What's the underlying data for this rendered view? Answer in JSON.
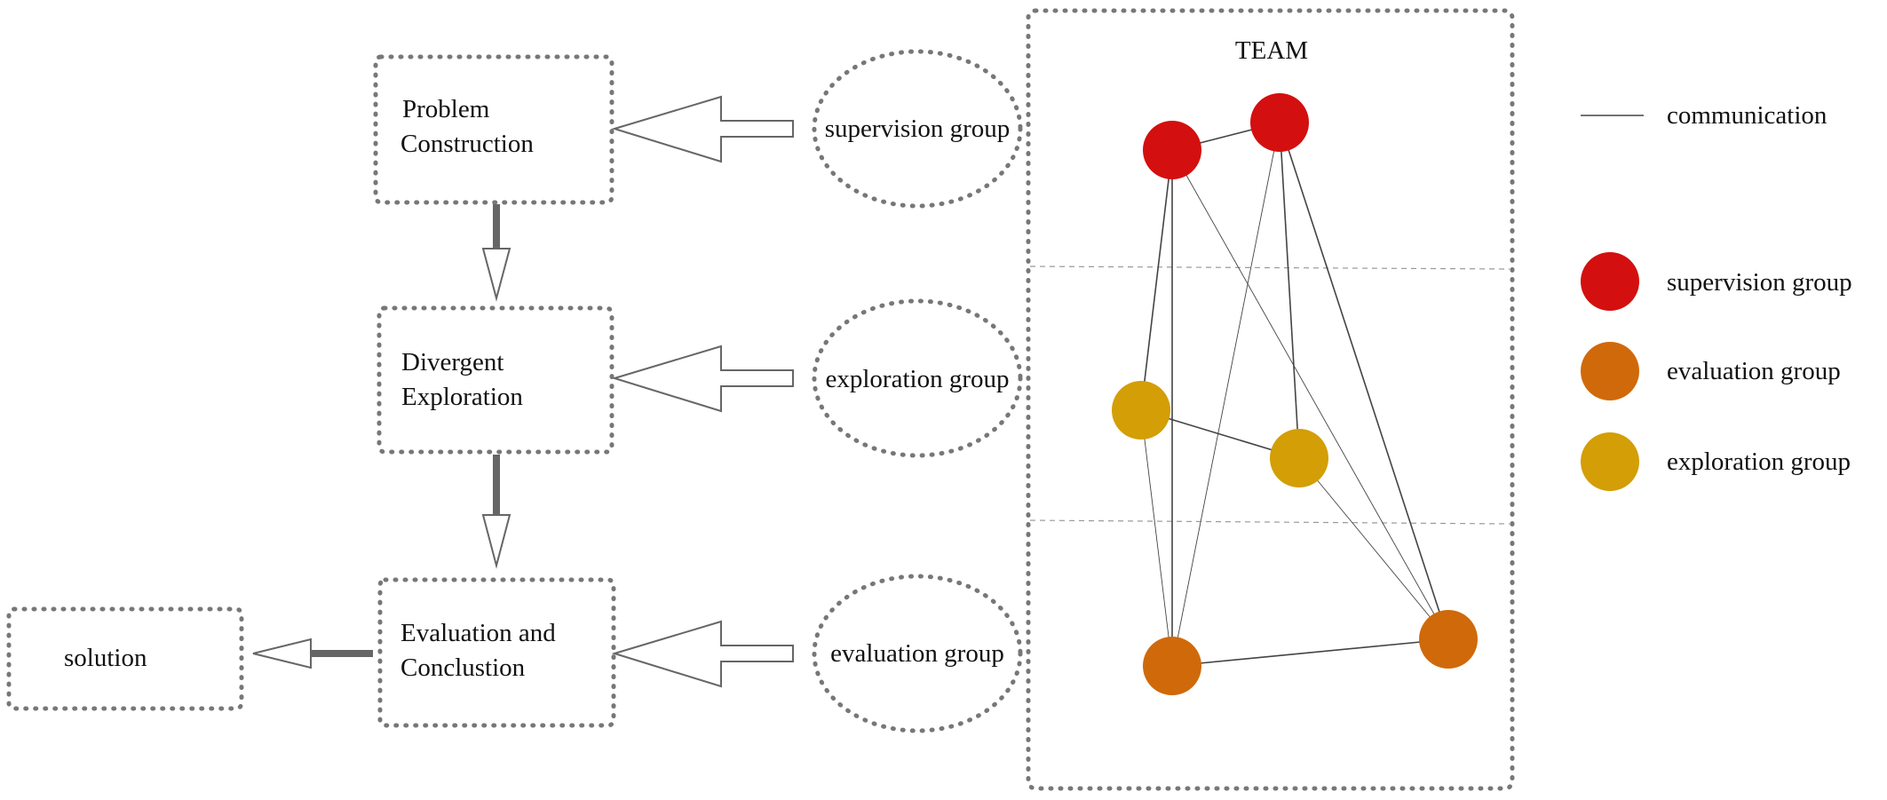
{
  "process": {
    "problem": {
      "line1": "Problem",
      "line2": "Construction"
    },
    "divergent": {
      "line1": "Divergent",
      "line2": "Exploration"
    },
    "evaluation": {
      "line1": "Evaluation and",
      "line2": "Conclustion"
    },
    "solution": "solution"
  },
  "groups": {
    "supervision": "supervision group",
    "exploration": "exploration group",
    "evaluation": "evaluation group"
  },
  "team": {
    "title": "TEAM"
  },
  "legend": {
    "communication": "communication",
    "items": [
      {
        "label": "supervision group",
        "color": "#d40f0f"
      },
      {
        "label": "evaluation group",
        "color": "#d0690a"
      },
      {
        "label": "exploration group",
        "color": "#d39e06"
      }
    ]
  },
  "node_colors": {
    "supervision": "#d40f0f",
    "evaluation": "#d0690a",
    "exploration": "#d39e06"
  }
}
